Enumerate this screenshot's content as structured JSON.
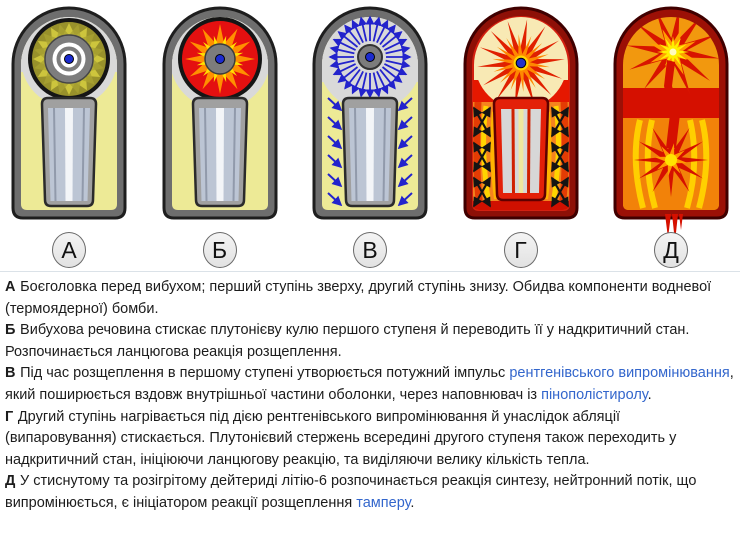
{
  "figure": {
    "stages": [
      {
        "label": "А",
        "description": "warhead-before-detonation"
      },
      {
        "label": "Б",
        "description": "explosive-compresses-primary"
      },
      {
        "label": "В",
        "description": "xray-pulse-travels-down-casing"
      },
      {
        "label": "Г",
        "description": "secondary-ablation-compression"
      },
      {
        "label": "Д",
        "description": "fusion-ignition"
      }
    ]
  },
  "legend": {
    "items": [
      {
        "key": "А",
        "segments": [
          {
            "t": "Боєголовка перед вибухом; перший ступінь зверху, другий ступінь знизу. Обидва компоненти водневої (термоядерної) бомби."
          }
        ]
      },
      {
        "key": "Б",
        "segments": [
          {
            "t": "Вибухова речовина стискає плутонієву кулю першого ступеня й переводить її у надкритичний стан. Розпочинається ланцюгова реакція розщеплення."
          }
        ]
      },
      {
        "key": "В",
        "segments": [
          {
            "t": "Під час розщеплення в першому ступені утворюється потужний імпульс "
          },
          {
            "t": "рентгенівського випромінювання",
            "link": true
          },
          {
            "t": ", який поширюється вздовж внутрішньої частини оболонки, через наповнювач із "
          },
          {
            "t": "пінополістиролу",
            "link": true
          },
          {
            "t": "."
          }
        ]
      },
      {
        "key": "Г",
        "segments": [
          {
            "t": "Другий ступінь нагрівається під дією рентгенівського випромінювання й унаслідок абляції (випаровування) стискається. Плутонієвий стержень всередині другого ступеня також переходить у надкритичний стан, ініціюючи ланцюгову реакцію, та виділяючи велику кількість тепла."
          }
        ]
      },
      {
        "key": "Д",
        "segments": [
          {
            "t": "У стиснутому та розігрітому дейтериді літію-6 розпочинається реакція синтезу, нейтронний потік, що випромінюється, є ініціатором реакції розщеплення "
          },
          {
            "t": "тамперу",
            "link": true
          },
          {
            "t": "."
          }
        ]
      }
    ]
  },
  "colors": {
    "link": "#3366cc",
    "casing_grey": "#6e6e6e",
    "interior_yellow": "#edea96",
    "radiation_grey": "#d9d9d9",
    "explosion_red": "#e02000",
    "casing_dark_red": "#8e1007",
    "fireball_orange": "#f5831e",
    "initiator_blue": "#1b2bd0",
    "xray_arrow_blue": "#2323cc",
    "divider": "#dbe2e8"
  }
}
